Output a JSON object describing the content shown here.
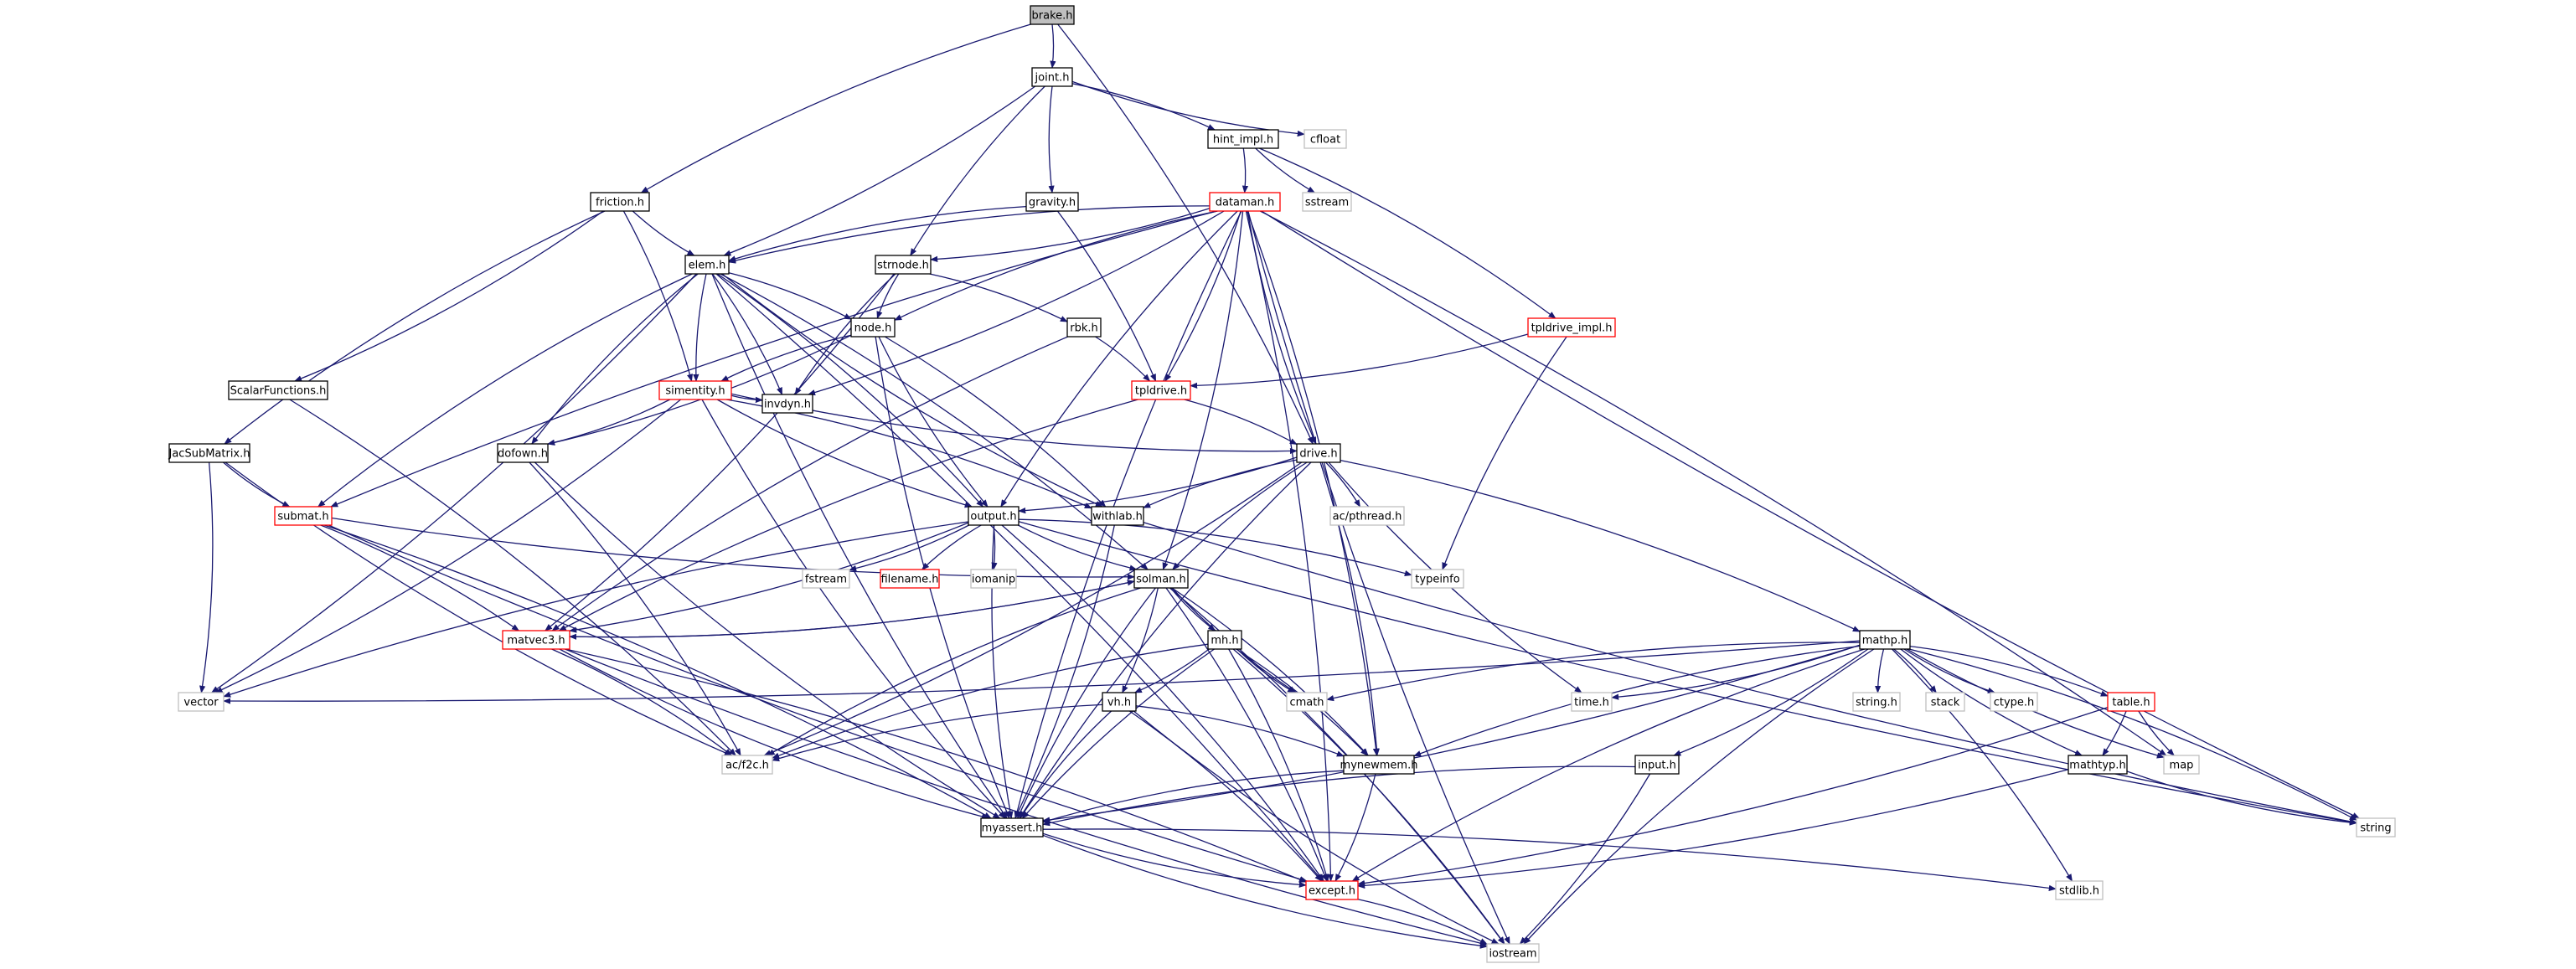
{
  "root": "brake.h",
  "colors": {
    "edge": "#191970",
    "box_normal": "#000000",
    "box_truncated": "#ff0000",
    "box_system": "#bfbfbf",
    "root_fill": "#bfbfbf"
  },
  "nodes": [
    {
      "id": "brake_h",
      "label": "brake.h",
      "kind": "root"
    },
    {
      "id": "joint_h",
      "label": "joint.h",
      "kind": "normal"
    },
    {
      "id": "cfloat",
      "label": "cfloat",
      "kind": "system"
    },
    {
      "id": "hint_impl_h",
      "label": "hint_impl.h",
      "kind": "normal"
    },
    {
      "id": "friction_h",
      "label": "friction.h",
      "kind": "normal"
    },
    {
      "id": "gravity_h",
      "label": "gravity.h",
      "kind": "normal"
    },
    {
      "id": "dataman_h",
      "label": "dataman.h",
      "kind": "truncated"
    },
    {
      "id": "sstream",
      "label": "sstream",
      "kind": "system"
    },
    {
      "id": "elem_h",
      "label": "elem.h",
      "kind": "normal"
    },
    {
      "id": "strnode_h",
      "label": "strnode.h",
      "kind": "normal"
    },
    {
      "id": "node_h",
      "label": "node.h",
      "kind": "normal"
    },
    {
      "id": "rbk_h",
      "label": "rbk.h",
      "kind": "normal"
    },
    {
      "id": "tpldrive_impl_h",
      "label": "tpldrive_impl.h",
      "kind": "truncated"
    },
    {
      "id": "scalarfunctions_h",
      "label": "ScalarFunctions.h",
      "kind": "normal"
    },
    {
      "id": "simentity_h",
      "label": "simentity.h",
      "kind": "truncated"
    },
    {
      "id": "tpldrive_h",
      "label": "tpldrive.h",
      "kind": "truncated"
    },
    {
      "id": "invdyn_h",
      "label": "invdyn.h",
      "kind": "normal"
    },
    {
      "id": "dofown_h",
      "label": "dofown.h",
      "kind": "normal"
    },
    {
      "id": "drive_h",
      "label": "drive.h",
      "kind": "normal"
    },
    {
      "id": "jacsubmatrix_h",
      "label": "JacSubMatrix.h",
      "kind": "normal"
    },
    {
      "id": "submat_h",
      "label": "submat.h",
      "kind": "truncated"
    },
    {
      "id": "output_h",
      "label": "output.h",
      "kind": "normal"
    },
    {
      "id": "withlab_h",
      "label": "withlab.h",
      "kind": "normal"
    },
    {
      "id": "ac_pthread_h",
      "label": "ac/pthread.h",
      "kind": "system"
    },
    {
      "id": "typeinfo",
      "label": "typeinfo",
      "kind": "system"
    },
    {
      "id": "fstream",
      "label": "fstream",
      "kind": "system"
    },
    {
      "id": "filename_h",
      "label": "filename.h",
      "kind": "truncated"
    },
    {
      "id": "iomanip",
      "label": "iomanip",
      "kind": "system"
    },
    {
      "id": "solman_h",
      "label": "solman.h",
      "kind": "normal"
    },
    {
      "id": "matvec3_h",
      "label": "matvec3.h",
      "kind": "truncated"
    },
    {
      "id": "mh_h",
      "label": "mh.h",
      "kind": "normal"
    },
    {
      "id": "mathp_h",
      "label": "mathp.h",
      "kind": "normal"
    },
    {
      "id": "vector",
      "label": "vector",
      "kind": "system"
    },
    {
      "id": "vh_h",
      "label": "vh.h",
      "kind": "normal"
    },
    {
      "id": "cmath",
      "label": "cmath",
      "kind": "system"
    },
    {
      "id": "time_h",
      "label": "time.h",
      "kind": "system"
    },
    {
      "id": "string_h",
      "label": "string.h",
      "kind": "system"
    },
    {
      "id": "stack",
      "label": "stack",
      "kind": "system"
    },
    {
      "id": "ctype_h",
      "label": "ctype.h",
      "kind": "system"
    },
    {
      "id": "table_h",
      "label": "table.h",
      "kind": "truncated"
    },
    {
      "id": "ac_f2c_h",
      "label": "ac/f2c.h",
      "kind": "system"
    },
    {
      "id": "mynewmem_h",
      "label": "mynewmem.h",
      "kind": "normal"
    },
    {
      "id": "input_h",
      "label": "input.h",
      "kind": "normal"
    },
    {
      "id": "mathtyp_h",
      "label": "mathtyp.h",
      "kind": "normal"
    },
    {
      "id": "map",
      "label": "map",
      "kind": "system"
    },
    {
      "id": "myassert_h",
      "label": "myassert.h",
      "kind": "normal"
    },
    {
      "id": "string",
      "label": "string",
      "kind": "system"
    },
    {
      "id": "except_h",
      "label": "except.h",
      "kind": "truncated"
    },
    {
      "id": "stdlib_h",
      "label": "stdlib.h",
      "kind": "system"
    },
    {
      "id": "iostream",
      "label": "iostream",
      "kind": "system"
    }
  ],
  "edges": [
    [
      "brake_h",
      "joint_h"
    ],
    [
      "brake_h",
      "friction_h"
    ],
    [
      "brake_h",
      "drive_h"
    ],
    [
      "joint_h",
      "cfloat"
    ],
    [
      "joint_h",
      "hint_impl_h"
    ],
    [
      "joint_h",
      "gravity_h"
    ],
    [
      "joint_h",
      "elem_h"
    ],
    [
      "joint_h",
      "strnode_h"
    ],
    [
      "hint_impl_h",
      "dataman_h"
    ],
    [
      "hint_impl_h",
      "sstream"
    ],
    [
      "hint_impl_h",
      "tpldrive_impl_h"
    ],
    [
      "friction_h",
      "elem_h"
    ],
    [
      "friction_h",
      "scalarfunctions_h"
    ],
    [
      "friction_h",
      "jacsubmatrix_h"
    ],
    [
      "friction_h",
      "simentity_h"
    ],
    [
      "gravity_h",
      "elem_h"
    ],
    [
      "gravity_h",
      "tpldrive_h"
    ],
    [
      "dataman_h",
      "elem_h"
    ],
    [
      "dataman_h",
      "strnode_h"
    ],
    [
      "dataman_h",
      "node_h"
    ],
    [
      "dataman_h",
      "tpldrive_h"
    ],
    [
      "dataman_h",
      "drive_h"
    ],
    [
      "dataman_h",
      "invdyn_h"
    ],
    [
      "dataman_h",
      "output_h"
    ],
    [
      "dataman_h",
      "solman_h"
    ],
    [
      "dataman_h",
      "submat_h"
    ],
    [
      "dataman_h",
      "mynewmem_h"
    ],
    [
      "dataman_h",
      "myassert_h"
    ],
    [
      "dataman_h",
      "map"
    ],
    [
      "dataman_h",
      "string"
    ],
    [
      "dataman_h",
      "except_h"
    ],
    [
      "dataman_h",
      "iostream"
    ],
    [
      "elem_h",
      "node_h"
    ],
    [
      "elem_h",
      "simentity_h"
    ],
    [
      "elem_h",
      "invdyn_h"
    ],
    [
      "elem_h",
      "dofown_h"
    ],
    [
      "elem_h",
      "output_h"
    ],
    [
      "elem_h",
      "withlab_h"
    ],
    [
      "elem_h",
      "solman_h"
    ],
    [
      "elem_h",
      "submat_h"
    ],
    [
      "elem_h",
      "vector"
    ],
    [
      "elem_h",
      "myassert_h"
    ],
    [
      "elem_h",
      "except_h"
    ],
    [
      "strnode_h",
      "node_h"
    ],
    [
      "strnode_h",
      "rbk_h"
    ],
    [
      "strnode_h",
      "invdyn_h"
    ],
    [
      "strnode_h",
      "matvec3_h"
    ],
    [
      "node_h",
      "simentity_h"
    ],
    [
      "node_h",
      "dofown_h"
    ],
    [
      "node_h",
      "output_h"
    ],
    [
      "node_h",
      "withlab_h"
    ],
    [
      "node_h",
      "myassert_h"
    ],
    [
      "rbk_h",
      "tpldrive_h"
    ],
    [
      "rbk_h",
      "matvec3_h"
    ],
    [
      "tpldrive_impl_h",
      "tpldrive_h"
    ],
    [
      "tpldrive_impl_h",
      "typeinfo"
    ],
    [
      "scalarfunctions_h",
      "ac_f2c_h"
    ],
    [
      "simentity_h",
      "invdyn_h"
    ],
    [
      "simentity_h",
      "dofown_h"
    ],
    [
      "simentity_h",
      "output_h"
    ],
    [
      "simentity_h",
      "withlab_h"
    ],
    [
      "simentity_h",
      "drive_h"
    ],
    [
      "simentity_h",
      "vector"
    ],
    [
      "simentity_h",
      "myassert_h"
    ],
    [
      "tpldrive_h",
      "drive_h"
    ],
    [
      "tpldrive_h",
      "matvec3_h"
    ],
    [
      "dofown_h",
      "ac_f2c_h"
    ],
    [
      "dofown_h",
      "myassert_h"
    ],
    [
      "drive_h",
      "output_h"
    ],
    [
      "drive_h",
      "withlab_h"
    ],
    [
      "drive_h",
      "ac_pthread_h"
    ],
    [
      "drive_h",
      "solman_h"
    ],
    [
      "drive_h",
      "mathp_h"
    ],
    [
      "drive_h",
      "time_h"
    ],
    [
      "drive_h",
      "mynewmem_h"
    ],
    [
      "drive_h",
      "myassert_h"
    ],
    [
      "drive_h",
      "ac_f2c_h"
    ],
    [
      "jacsubmatrix_h",
      "submat_h"
    ],
    [
      "jacsubmatrix_h",
      "vector"
    ],
    [
      "jacsubmatrix_h",
      "ac_f2c_h"
    ],
    [
      "submat_h",
      "matvec3_h"
    ],
    [
      "submat_h",
      "solman_h"
    ],
    [
      "submat_h",
      "myassert_h"
    ],
    [
      "submat_h",
      "except_h"
    ],
    [
      "output_h",
      "fstream"
    ],
    [
      "output_h",
      "filename_h"
    ],
    [
      "output_h",
      "iomanip"
    ],
    [
      "output_h",
      "solman_h"
    ],
    [
      "output_h",
      "typeinfo"
    ],
    [
      "output_h",
      "vector"
    ],
    [
      "output_h",
      "matvec3_h"
    ],
    [
      "output_h",
      "myassert_h"
    ],
    [
      "output_h",
      "except_h"
    ],
    [
      "output_h",
      "string"
    ],
    [
      "withlab_h",
      "myassert_h"
    ],
    [
      "withlab_h",
      "string"
    ],
    [
      "solman_h",
      "matvec3_h"
    ],
    [
      "solman_h",
      "mh_h"
    ],
    [
      "solman_h",
      "vh_h"
    ],
    [
      "solman_h",
      "cmath"
    ],
    [
      "solman_h",
      "mynewmem_h"
    ],
    [
      "solman_h",
      "myassert_h"
    ],
    [
      "solman_h",
      "except_h"
    ],
    [
      "solman_h",
      "ac_f2c_h"
    ],
    [
      "solman_h",
      "iostream"
    ],
    [
      "matvec3_h",
      "solman_h"
    ],
    [
      "matvec3_h",
      "ac_f2c_h"
    ],
    [
      "matvec3_h",
      "myassert_h"
    ],
    [
      "matvec3_h",
      "except_h"
    ],
    [
      "matvec3_h",
      "iostream"
    ],
    [
      "mh_h",
      "vh_h"
    ],
    [
      "mh_h",
      "cmath"
    ],
    [
      "mh_h",
      "mynewmem_h"
    ],
    [
      "mh_h",
      "myassert_h"
    ],
    [
      "mh_h",
      "except_h"
    ],
    [
      "mh_h",
      "ac_f2c_h"
    ],
    [
      "mh_h",
      "iostream"
    ],
    [
      "vh_h",
      "ac_f2c_h"
    ],
    [
      "vh_h",
      "mynewmem_h"
    ],
    [
      "vh_h",
      "myassert_h"
    ],
    [
      "vh_h",
      "except_h"
    ],
    [
      "vh_h",
      "iostream"
    ],
    [
      "mathp_h",
      "vector"
    ],
    [
      "mathp_h",
      "cmath"
    ],
    [
      "mathp_h",
      "time_h"
    ],
    [
      "mathp_h",
      "string_h"
    ],
    [
      "mathp_h",
      "stack"
    ],
    [
      "mathp_h",
      "ctype_h"
    ],
    [
      "mathp_h",
      "table_h"
    ],
    [
      "mathp_h",
      "map"
    ],
    [
      "mathp_h",
      "string"
    ],
    [
      "mathp_h",
      "mathtyp_h"
    ],
    [
      "mathp_h",
      "input_h"
    ],
    [
      "mathp_h",
      "mynewmem_h"
    ],
    [
      "mathp_h",
      "myassert_h"
    ],
    [
      "mathp_h",
      "except_h"
    ],
    [
      "mathp_h",
      "stdlib_h"
    ],
    [
      "mathp_h",
      "iostream"
    ],
    [
      "table_h",
      "mathtyp_h"
    ],
    [
      "table_h",
      "map"
    ],
    [
      "table_h",
      "except_h"
    ],
    [
      "mathtyp_h",
      "string"
    ],
    [
      "mathtyp_h",
      "except_h"
    ],
    [
      "input_h",
      "myassert_h"
    ],
    [
      "input_h",
      "iostream"
    ],
    [
      "mynewmem_h",
      "myassert_h"
    ],
    [
      "mynewmem_h",
      "except_h"
    ],
    [
      "myassert_h",
      "except_h"
    ],
    [
      "myassert_h",
      "stdlib_h"
    ],
    [
      "myassert_h",
      "iostream"
    ],
    [
      "except_h",
      "iostream"
    ]
  ]
}
